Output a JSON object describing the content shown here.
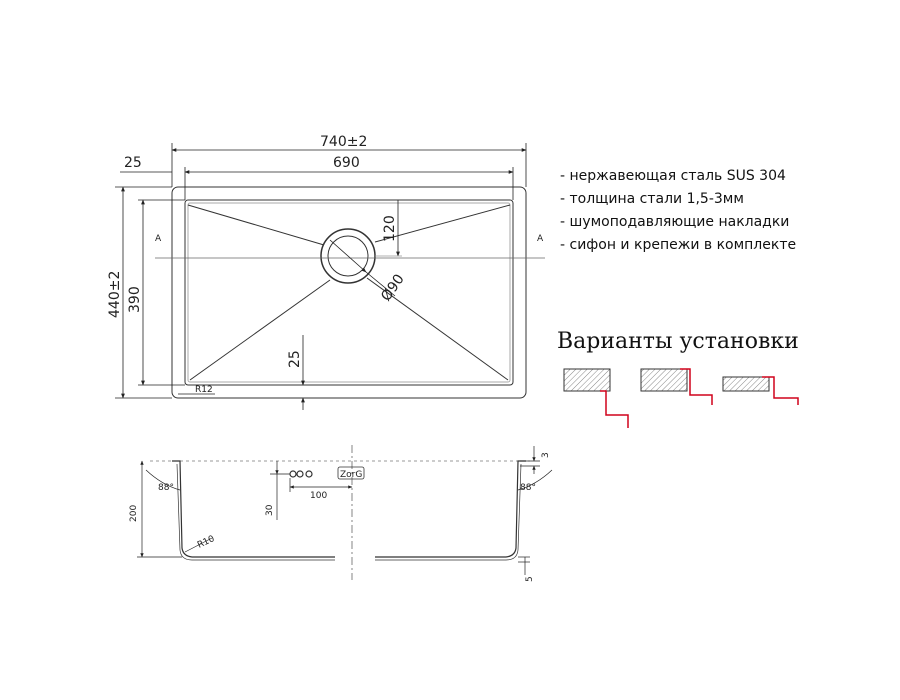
{
  "dimensions": {
    "overall_width": "740±2",
    "bowl_width": "690",
    "rim": "25",
    "overall_depth": "440±2",
    "bowl_depth": "390",
    "drain_offset": "120",
    "drain_diameter": "Ø90",
    "bottom_offset": "25",
    "corner_radius_top": "R12",
    "section_label_left": "A",
    "section_label_right": "A",
    "angle_left": "88°",
    "angle_right": "88°",
    "height": "200",
    "overflow_height": "30",
    "overflow_offset": "100",
    "rim_thickness": "3",
    "bottom_step": "5",
    "corner_radius_bottom": "R10",
    "logo": "ZorG"
  },
  "specs": [
    "- нержавеющая сталь SUS 304",
    "- толщина стали 1,5-3мм",
    "- шумоподавляющие накладки",
    "- сифон и крепежи в комплекте"
  ],
  "install": {
    "title": "Варианты установки",
    "accent_color": "#d0021b"
  }
}
